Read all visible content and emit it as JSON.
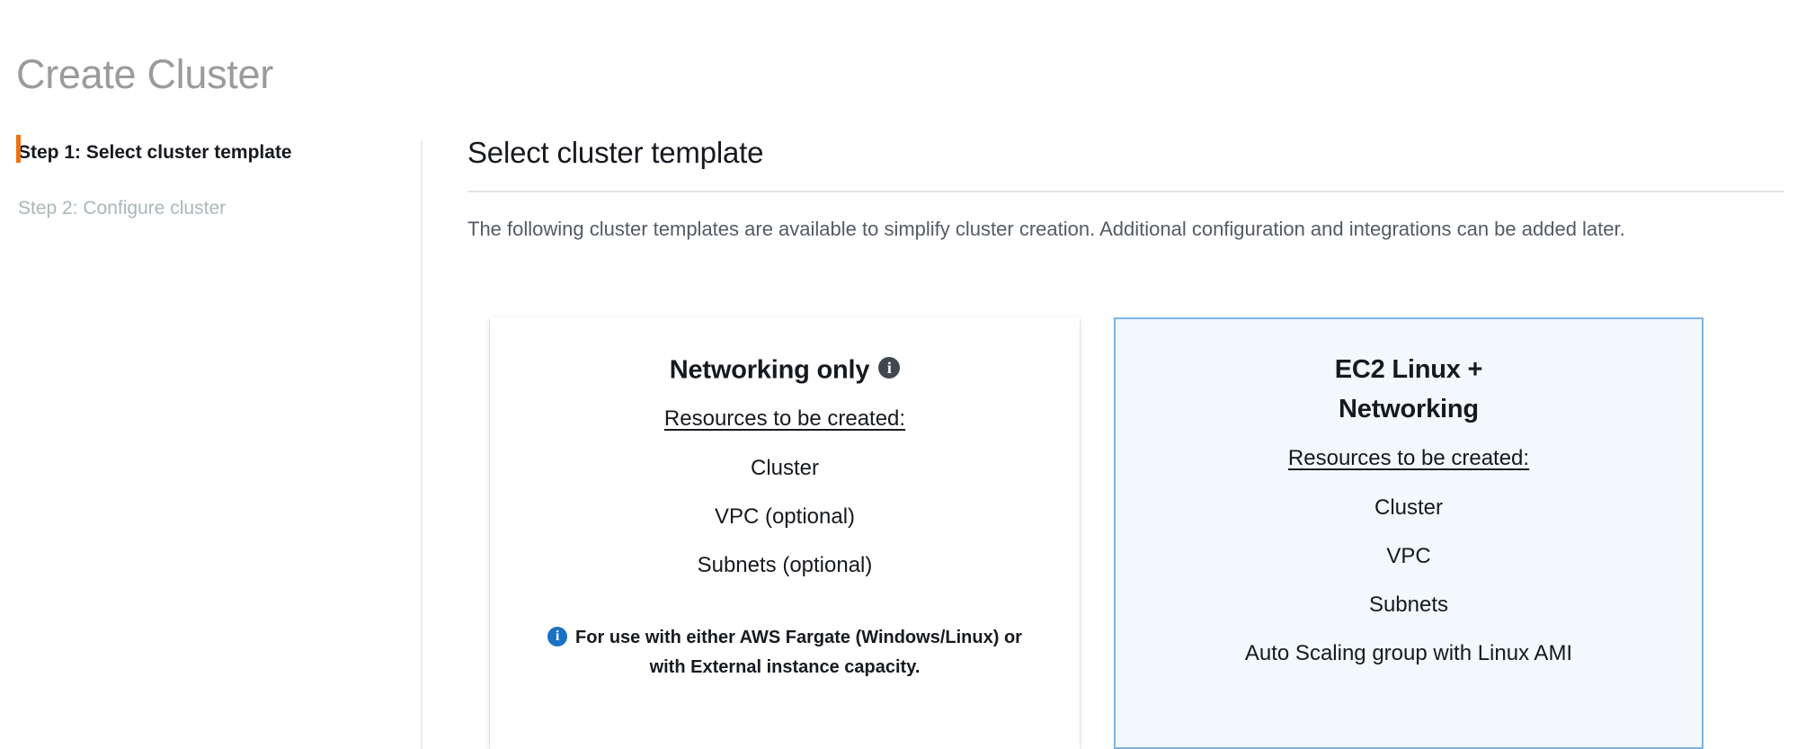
{
  "page": {
    "title": "Create Cluster"
  },
  "wizard": {
    "steps": [
      {
        "label": "Step 1: Select cluster template",
        "state": "active"
      },
      {
        "label": "Step 2: Configure cluster",
        "state": "inactive"
      }
    ],
    "accent_color": "#ec7211"
  },
  "main": {
    "section_title": "Select cluster template",
    "section_description": "The following cluster templates are available to simplify cluster creation. Additional configuration and integrations can be added later.",
    "cards": [
      {
        "title": "Networking only",
        "has_title_info_icon": true,
        "title_info_icon": "info-icon",
        "resources_label": "Resources to be created:",
        "resources": [
          "Cluster",
          "VPC (optional)",
          "Subnets (optional)"
        ],
        "note_icon": "info-icon",
        "note_line_1": "For use with either AWS Fargate (Windows/Linux)",
        "note_line_2": "or with External instance capacity.",
        "selected": false
      },
      {
        "title_line_1": "EC2 Linux +",
        "title_line_2": "Networking",
        "has_title_info_icon": false,
        "resources_label": "Resources to be created:",
        "resources": [
          "Cluster",
          "VPC",
          "Subnets",
          "Auto Scaling group with Linux AMI"
        ],
        "selected": true
      }
    ]
  },
  "colors": {
    "accent_orange": "#ec7211",
    "selected_card_bg": "#f1f8fe",
    "selected_card_border": "#7eb2e0",
    "info_blue": "#1b72c4",
    "title_gray": "#9b9b9b",
    "text_dark": "#16191f",
    "text_muted": "#545b64",
    "step_inactive": "#aab7b8"
  }
}
